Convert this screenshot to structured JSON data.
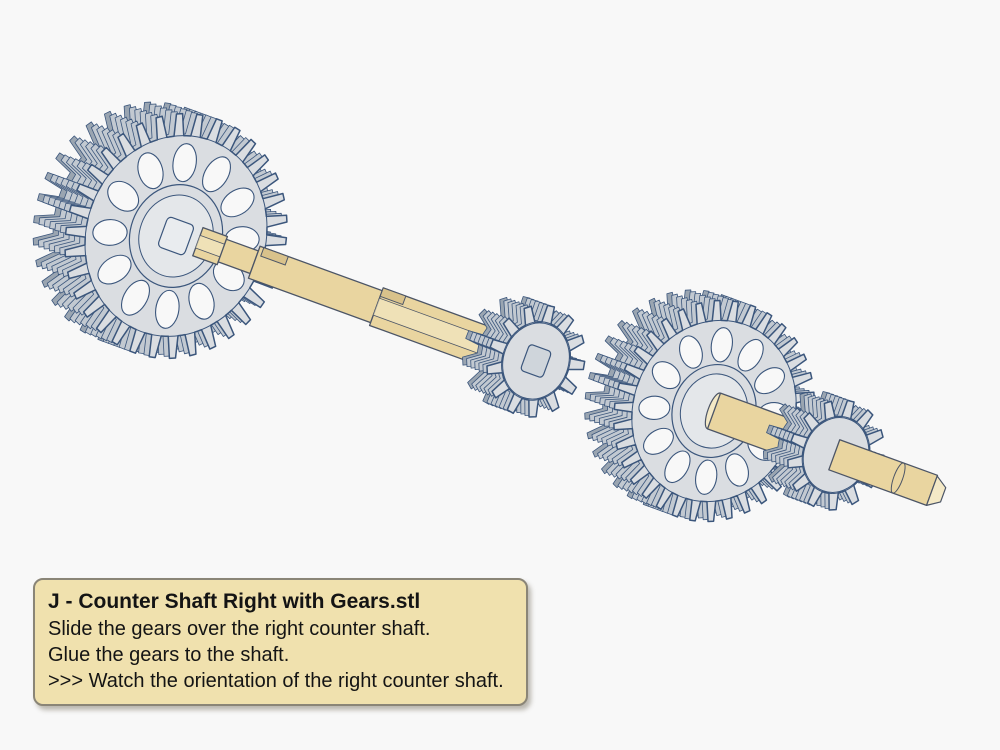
{
  "page": {
    "background": "#f8f8f8"
  },
  "instruction_box": {
    "title": "J - Counter Shaft Right with Gears.stl",
    "lines": [
      "Slide the gears over the right counter shaft.",
      "Glue the gears to the shaft.",
      ">>> Watch the orientation of the right counter shaft."
    ],
    "background": "#f0e1ae",
    "border_color": "#8a8577",
    "text_color": "#141414"
  },
  "illustration": {
    "colors": {
      "bg": "#f8f8f8",
      "gear_face": "#dadde1",
      "gear_mid": "#c2c9d1",
      "gear_back": "#9aa5b1",
      "gear_hub": "#e4e7ea",
      "outline": "#3b567c",
      "shaft": "#e9d5a0",
      "shaft_light": "#f4e9c6",
      "shaft_dark": "#d9c28b",
      "shaft_outline": "#4c5566"
    }
  }
}
